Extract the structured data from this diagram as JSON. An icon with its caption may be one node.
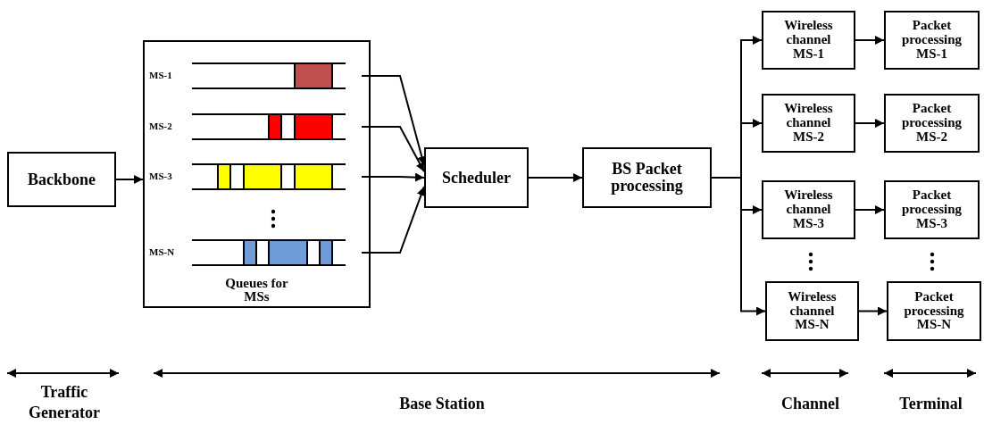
{
  "diagram": {
    "nodes": [
      {
        "text": [
          "Backbone"
        ]
      },
      {
        "text": [
          "Queues for MSs"
        ]
      },
      {
        "text": [],
        "shape": "bar",
        "beside": [
          "MS-1"
        ],
        "in": 1
      },
      {
        "text": [],
        "shape": "bar",
        "beside": [
          "MS-2"
        ],
        "in": 1
      },
      {
        "text": [],
        "shape": "bar",
        "beside": [
          "MS-3"
        ],
        "in": 1
      },
      {
        "text": [],
        "shape": "bar",
        "beside": [
          "MS-N"
        ],
        "in": 1
      },
      {
        "text": [
          "Scheduler"
        ]
      },
      {
        "text": [
          "BS Packet processing"
        ]
      },
      {
        "text": [
          "Wireless channel MS-1"
        ]
      },
      {
        "text": [
          "Packet processing MS-1"
        ]
      },
      {
        "text": [
          "Wireless channel MS-2"
        ]
      },
      {
        "text": [
          "Packet processing MS-2"
        ]
      },
      {
        "text": [
          "Wireless channel MS-3"
        ]
      },
      {
        "text": [
          "Packet processing MS-3"
        ]
      },
      {
        "text": [
          "Wireless channel MS-N"
        ]
      },
      {
        "text": [
          "Packet processing MS-N"
        ]
      }
    ],
    "edges": [
      {
        "from": 0,
        "to": 1,
        "arrow": "to"
      },
      {
        "from": 2,
        "to": 6,
        "arrow": "to"
      },
      {
        "from": 3,
        "to": 6,
        "arrow": "to"
      },
      {
        "from": 4,
        "to": 6,
        "arrow": "to"
      },
      {
        "from": 5,
        "to": 6,
        "arrow": "to"
      },
      {
        "from": 6,
        "to": 7,
        "arrow": "to"
      },
      {
        "from": 7,
        "to": 8,
        "arrow": "to"
      },
      {
        "from": 7,
        "to": 10,
        "arrow": "to"
      },
      {
        "from": 7,
        "to": 12,
        "arrow": "to"
      },
      {
        "from": 7,
        "to": 14,
        "arrow": "to"
      },
      {
        "from": 8,
        "to": 9,
        "arrow": "to"
      },
      {
        "from": 10,
        "to": 11,
        "arrow": "to"
      },
      {
        "from": 12,
        "to": 13,
        "arrow": "to"
      },
      {
        "from": 14,
        "to": 15,
        "arrow": "to"
      }
    ],
    "labels": [
      "Traffic Generator",
      "Base Station",
      "Channel",
      "Terminal"
    ]
  }
}
